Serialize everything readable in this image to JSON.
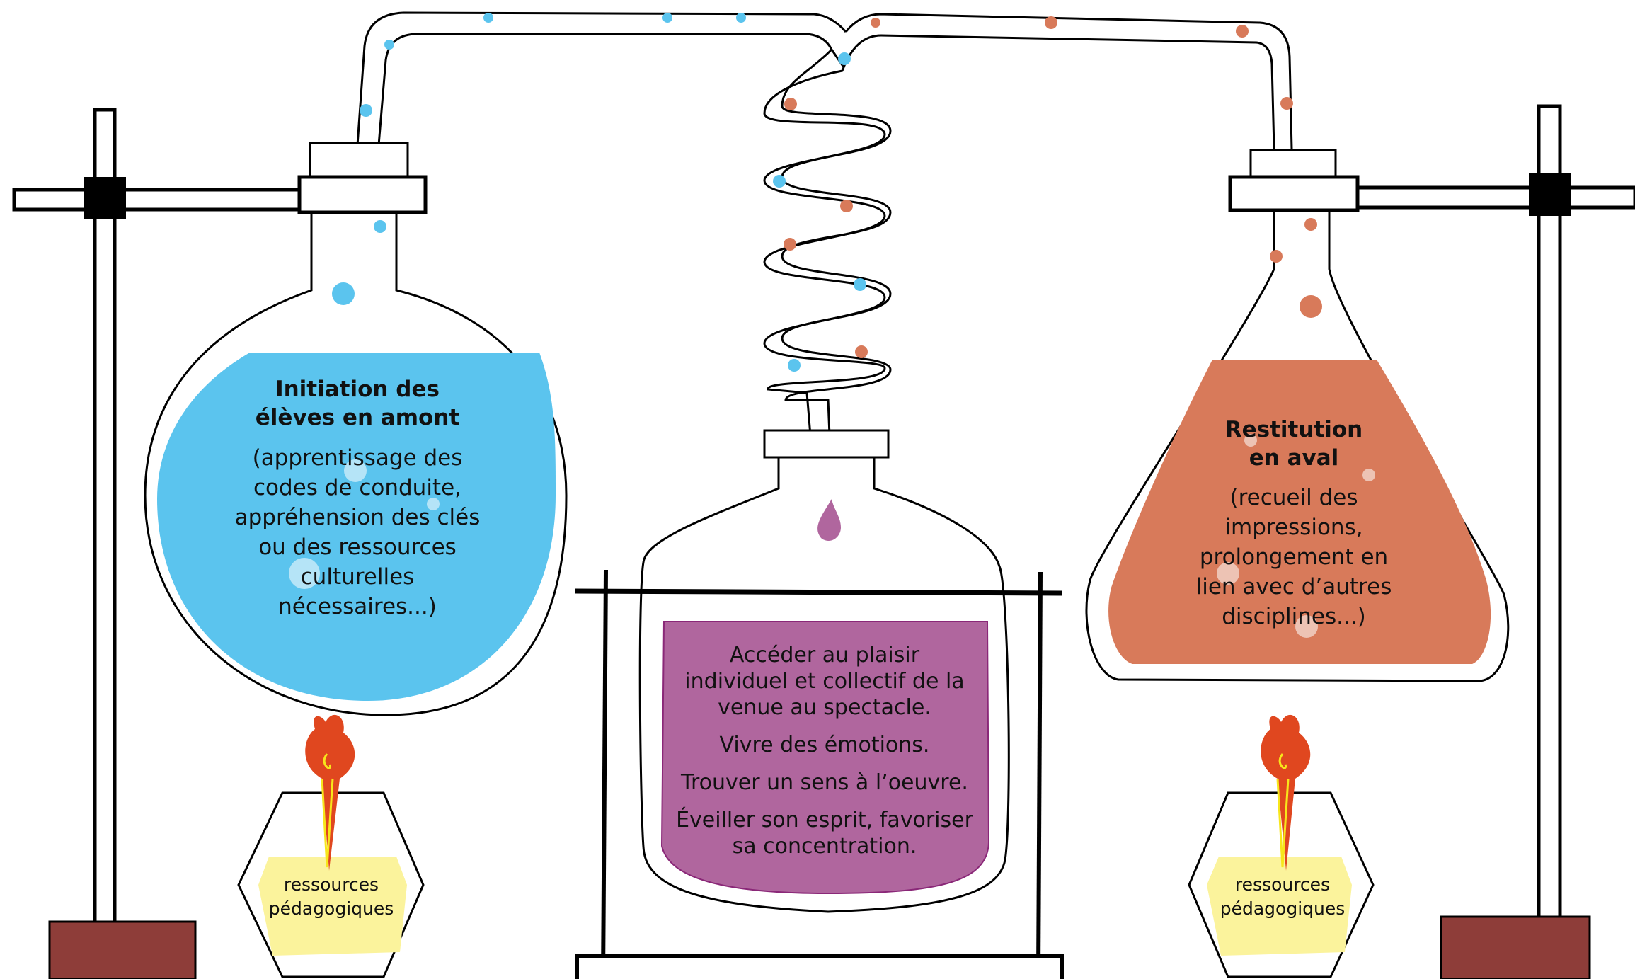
{
  "left_flask": {
    "title_lines": [
      "Initiation des",
      "élèves en amont"
    ],
    "body_lines": [
      "(apprentissage des",
      "codes de conduite,",
      "appréhension des clés",
      "ou des ressources",
      "culturelles",
      "nécessaires...)"
    ]
  },
  "center_bottle": {
    "lines": [
      "Accéder au plaisir",
      "individuel et collectif de la",
      "venue au spectacle.",
      "Vivre des émotions.",
      "Trouver un sens à l’oeuvre.",
      "Éveiller son esprit, favoriser",
      "sa concentration."
    ]
  },
  "right_flask": {
    "title_lines": [
      "Restitution",
      "en aval"
    ],
    "body_lines": [
      "(recueil des",
      "impressions,",
      "prolongement en",
      "lien avec d’autres",
      "disciplines...)"
    ]
  },
  "left_burner": {
    "label_lines": [
      "ressources",
      "pédagogiques"
    ]
  },
  "right_burner": {
    "label_lines": [
      "ressources",
      "pédagogiques"
    ]
  },
  "colors": {
    "blue": "#5bc4ee",
    "orange": "#d87a5a",
    "purple": "#b0669e",
    "flame": "#e0471f",
    "burner_fill": "#fbf39c",
    "stand_base": "#8e3d39"
  }
}
